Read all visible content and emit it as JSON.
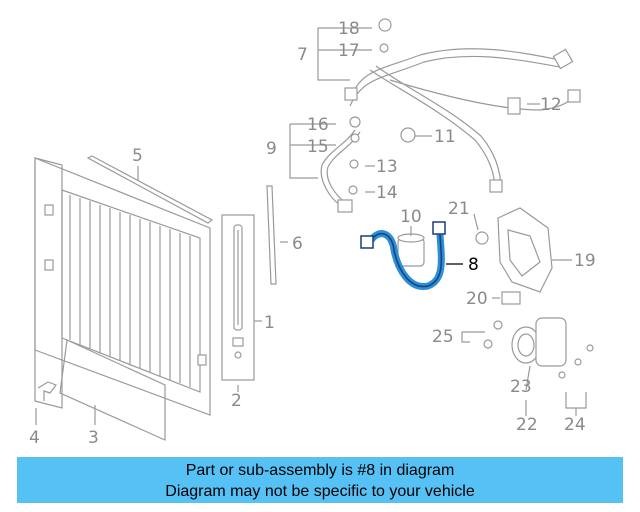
{
  "diagram": {
    "labels": {
      "p1": "1",
      "p2": "2",
      "p3": "3",
      "p4": "4",
      "p5": "5",
      "p6": "6",
      "p7": "7",
      "p8": "8",
      "p9": "9",
      "p10": "10",
      "p11": "11",
      "p12": "12",
      "p13": "13",
      "p14": "14",
      "p15": "15",
      "p16": "16",
      "p17": "17",
      "p18": "18",
      "p19": "19",
      "p20": "20",
      "p21": "21",
      "p22": "22",
      "p23": "23",
      "p24": "24",
      "p25": "25"
    },
    "highlight_part": "8",
    "highlight_color": "#2a8fd6",
    "line_color": "#9a9a9a"
  },
  "banner": {
    "line1": "Part or sub-assembly is #8 in diagram",
    "line2": "Diagram may not be specific to your vehicle",
    "background": "#56c1f5"
  }
}
